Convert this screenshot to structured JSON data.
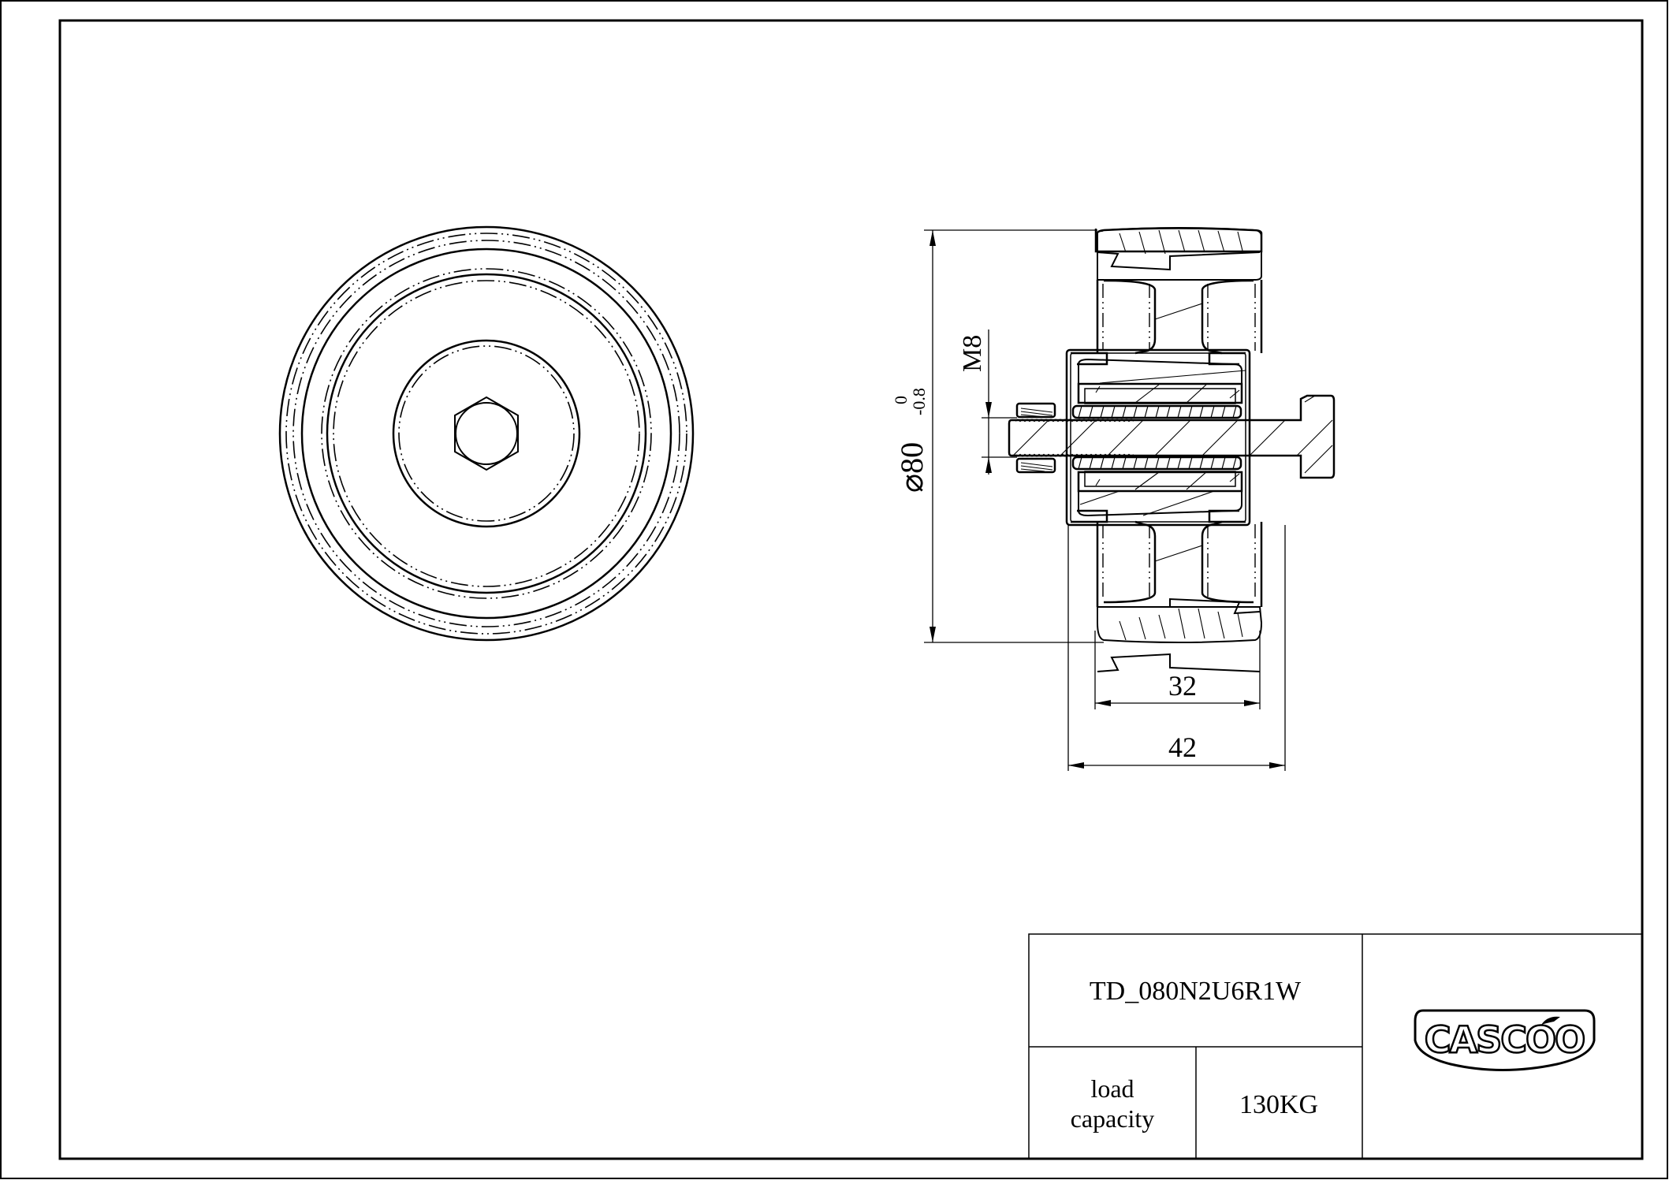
{
  "drawing": {
    "type": "technical-drawing",
    "subject": "wheel / roller assembly",
    "views": [
      "front-view",
      "section-view"
    ]
  },
  "dimensions": {
    "diameter": {
      "symbol": "⌀",
      "value": "80",
      "tol_upper": "0",
      "tol_lower": "-0.8"
    },
    "thread": "M8",
    "width_inner": "32",
    "width_outer": "42"
  },
  "title_block": {
    "part_number": "TD_080N2U6R1W",
    "load_label_line1": "load",
    "load_label_line2": "capacity",
    "load_value": "130KG",
    "logo_text": "CASCOO"
  },
  "colors": {
    "line": "#000000",
    "background": "#ffffff"
  }
}
